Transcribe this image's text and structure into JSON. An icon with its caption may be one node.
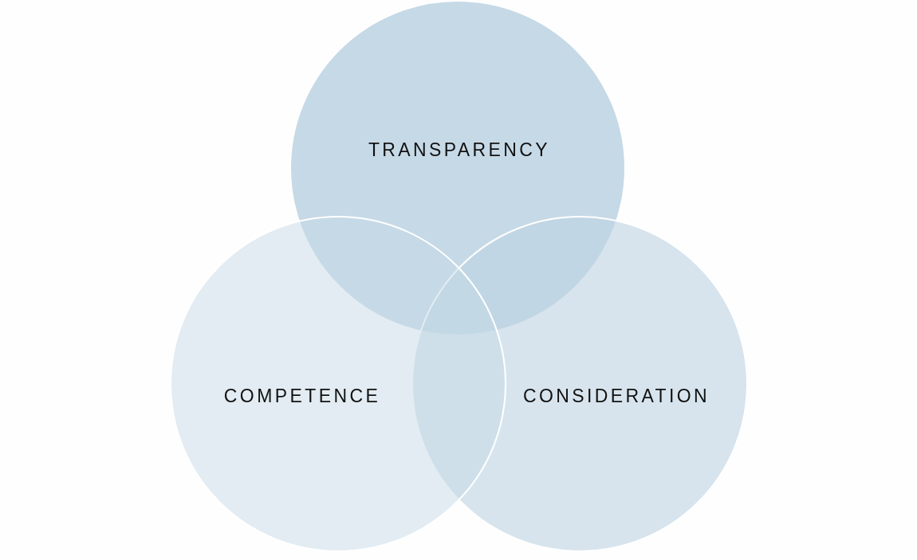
{
  "diagram": {
    "nodes": [
      {
        "text": [
          "TRANSPARENCY"
        ]
      },
      {
        "text": [
          "COMPETENCE"
        ]
      },
      {
        "text": [
          "CONSIDERATION"
        ]
      }
    ]
  }
}
